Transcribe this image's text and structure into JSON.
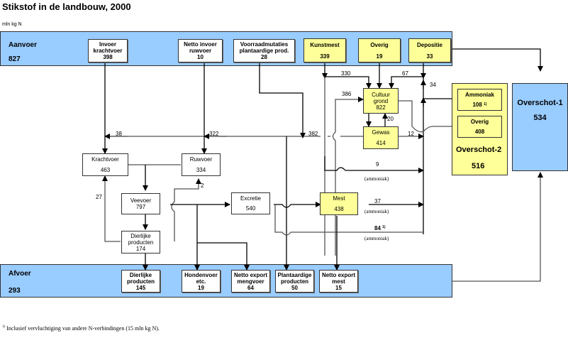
{
  "title": "Stikstof in de landbouw, 2000",
  "unit": "mln kg N",
  "colors": {
    "blue": "#99ccff",
    "yellow": "#ffff99"
  },
  "aanvoer": {
    "label": "Aanvoer",
    "value": "827",
    "items": [
      {
        "l1": "Invoer",
        "l2": "krachtvoer",
        "value": "398"
      },
      {
        "l1": "Netto invoer",
        "l2": "ruwvoer",
        "value": "10"
      },
      {
        "l1": "Voorraadmutaties",
        "l2": "plantaardige prod.",
        "value": "28"
      },
      {
        "l1": "Kunstmest",
        "value": "339"
      },
      {
        "l1": "Overig",
        "value": "19"
      },
      {
        "l1": "Depositie",
        "value": "33"
      }
    ]
  },
  "afvoer": {
    "label": "Afvoer",
    "value": "293",
    "items": [
      {
        "l1": "Dierlijke",
        "l2": "producten",
        "value": "145"
      },
      {
        "l1": "Hondenvoer",
        "l2": "etc.",
        "value": "19"
      },
      {
        "l1": "Netto export",
        "l2": "mengvoer",
        "value": "64"
      },
      {
        "l1": "Plantaardige",
        "l2": "producten",
        "value": "50"
      },
      {
        "l1": "Netto export",
        "l2": "mest",
        "value": "15"
      }
    ]
  },
  "nodes": {
    "cultuurgrond": {
      "l1": "Cultuur",
      "l2": "grond",
      "value": "822"
    },
    "gewas": {
      "l1": "Gewas",
      "value": "414"
    },
    "krachtvoer": {
      "l1": "Krachtvoer",
      "value": "463"
    },
    "ruwvoer": {
      "l1": "Ruwvoer",
      "value": "334"
    },
    "veevoer": {
      "l1": "Veevoer",
      "value": "797"
    },
    "dierlijke": {
      "l1": "Dierlijke",
      "l2": "producten",
      "value": "174"
    },
    "excretie": {
      "l1": "Excretie",
      "value": "540"
    },
    "mest": {
      "l1": "Mest",
      "value": "438"
    }
  },
  "overschot2": {
    "label": "Overschot-2",
    "value": "516",
    "ammoniak": {
      "label": "Ammoniak",
      "value": "108",
      "note": "1)"
    },
    "overig": {
      "label": "Overig",
      "value": "408"
    }
  },
  "overschot1": {
    "label": "Overschot-1",
    "value": "534"
  },
  "flows": {
    "f330": "330",
    "f67": "67",
    "f34": "34",
    "f386": "386",
    "f20": "20",
    "f12": "12",
    "f38": "38",
    "f322": "322",
    "f382": "382",
    "f9": "9",
    "f27": "27",
    "f2": "2",
    "f37": "37",
    "f84": "84",
    "f84_note": "1)",
    "ammoniak": "(ammoniak)"
  },
  "footnote": {
    "mark": "1)",
    "text": "Inclusief vervluchtiging van andere N-verbindingen (15 mln kg N)."
  }
}
